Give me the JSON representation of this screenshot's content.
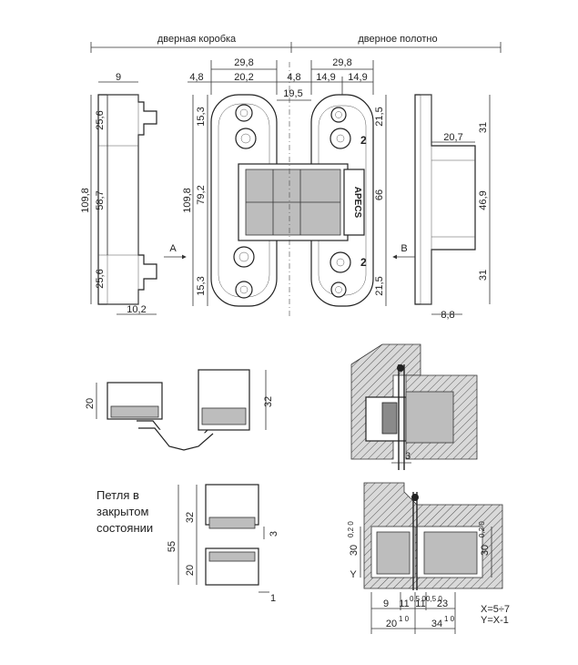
{
  "headers": {
    "frame": "дверная коробка",
    "leaf": "дверное полотно"
  },
  "section_marks": {
    "a": "A",
    "b": "B"
  },
  "leaf_badges": {
    "upper": "2",
    "lower": "2"
  },
  "logo_text": "APECS",
  "dims": {
    "d9": "9",
    "d29_8a": "29,8",
    "d29_8b": "29,8",
    "d4_8a": "4,8",
    "d20_2": "20,2",
    "d4_8b": "4,8",
    "d14_9a": "14,9",
    "d14_9b": "14,9",
    "d19_5": "19,5",
    "d25_6a": "25,6",
    "d58_7": "58,7",
    "d25_6b": "25,6",
    "d109_8a": "109,8",
    "d109_8b": "109,8",
    "d15_3a": "15,3",
    "d79_2": "79,2",
    "d15_3b": "15,3",
    "d10_2": "10,2",
    "d21_5a": "21,5",
    "d66": "66",
    "d21_5b": "21,5",
    "d20_7": "20,7",
    "d31a": "31",
    "d46_9": "46,9",
    "d31b": "31",
    "d8_8": "8,8",
    "d20": "20",
    "d32": "32",
    "d3": "3",
    "d32b": "32",
    "d55": "55",
    "d20b": "20",
    "d3b": "3",
    "d1": "1",
    "d30a": "30",
    "d30a_tol": "0,2\n0",
    "d30b": "30",
    "d30b_tol": "0,2\n0",
    "y": "Y",
    "d9b": "9",
    "d11a": "11",
    "d11a_tol": "0,5\n0",
    "d11b": "11",
    "d11b_tol": "0,5\n0",
    "d23": "23",
    "d20c": "20",
    "d20c_tol": "1\n0",
    "d34": "34",
    "d34_tol": "1\n0"
  },
  "caption_lines": [
    "Петля в",
    "закрытом",
    "состоянии"
  ],
  "formula": [
    "X=5÷7",
    "Y=X-1"
  ]
}
